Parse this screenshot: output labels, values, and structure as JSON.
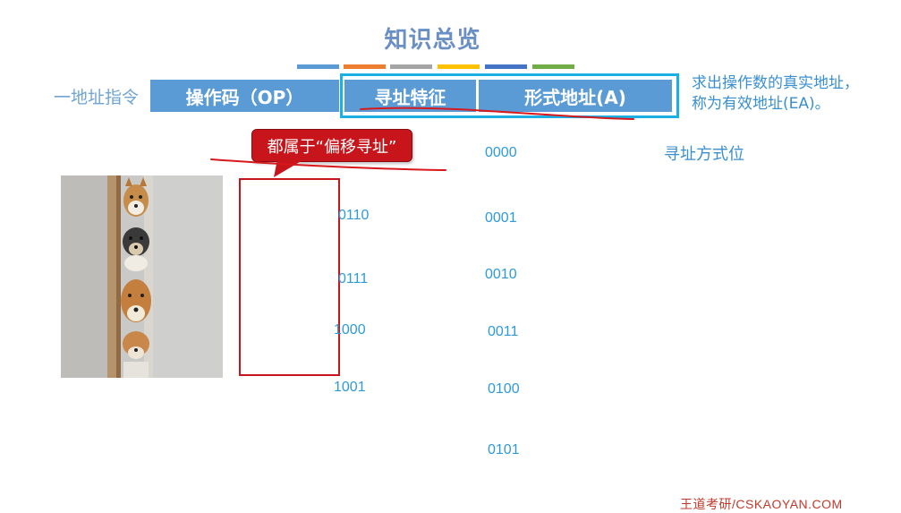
{
  "title": "知识总览",
  "accent_strip_colors": [
    "#5b9bd5",
    "#ed7d31",
    "#a5a5a5",
    "#ffc000",
    "#4472c4",
    "#70ad47"
  ],
  "instruction": {
    "label": "一地址指令",
    "fields": {
      "opcode": "操作码（OP）",
      "addressing_feature": "寻址特征",
      "formal_address": "形式地址(A)"
    }
  },
  "ea_note": {
    "line1": "求出操作数的真实地址，",
    "line2": "称为有效地址(EA)。"
  },
  "callout": "都属于“偏移寻址”",
  "addressing_mode_label": "寻址方式位",
  "left_codes": [
    "0110",
    "0111",
    "1000",
    "1001"
  ],
  "right_codes": [
    "0000",
    "0001",
    "0010",
    "0011",
    "0100",
    "0101"
  ],
  "watermark": "王道考研/CSKAOYAN.COM",
  "photo": {
    "description_icon": "shiba-dogs-photo"
  },
  "colors": {
    "bar": "#5b9bd5",
    "highlight_border": "#1ab0e6",
    "callout": "#c8151b",
    "code_text": "#2e9ad8",
    "annotation_ink": "#d7191c"
  }
}
